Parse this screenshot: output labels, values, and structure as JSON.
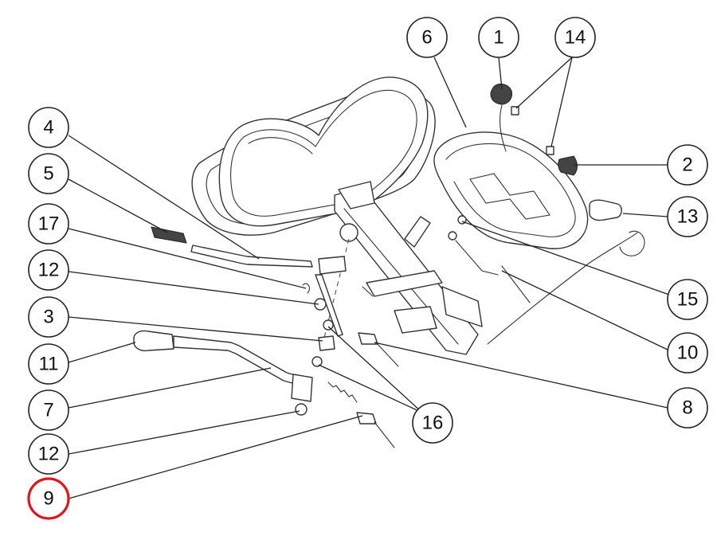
{
  "callouts": [
    {
      "id": "c1",
      "label": "1"
    },
    {
      "id": "c2",
      "label": "2"
    },
    {
      "id": "c3",
      "label": "3"
    },
    {
      "id": "c4",
      "label": "4"
    },
    {
      "id": "c5",
      "label": "5"
    },
    {
      "id": "c6",
      "label": "6"
    },
    {
      "id": "c7",
      "label": "7"
    },
    {
      "id": "c8",
      "label": "8"
    },
    {
      "id": "c9",
      "label": "9"
    },
    {
      "id": "c10",
      "label": "10"
    },
    {
      "id": "c11",
      "label": "11"
    },
    {
      "id": "c12a",
      "label": "12"
    },
    {
      "id": "c12b",
      "label": "12"
    },
    {
      "id": "c13",
      "label": "13"
    },
    {
      "id": "c14",
      "label": "14"
    },
    {
      "id": "c15",
      "label": "15"
    },
    {
      "id": "c16",
      "label": "16"
    },
    {
      "id": "c17",
      "label": "17"
    }
  ],
  "highlight": {
    "label": "9",
    "color": "#e0141b"
  }
}
